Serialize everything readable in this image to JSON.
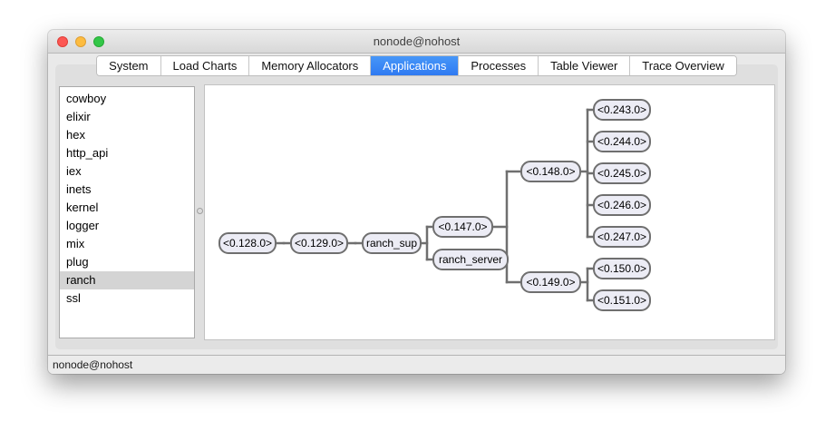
{
  "window": {
    "title": "nonode@nohost"
  },
  "tabs": {
    "items": [
      "System",
      "Load Charts",
      "Memory Allocators",
      "Applications",
      "Processes",
      "Table Viewer",
      "Trace Overview"
    ],
    "selected": "Applications"
  },
  "sidebar": {
    "items": [
      "cowboy",
      "elixir",
      "hex",
      "http_api",
      "iex",
      "inets",
      "kernel",
      "logger",
      "mix",
      "plug",
      "ranch",
      "ssl"
    ],
    "selected": "ranch"
  },
  "tree": {
    "nodes": [
      {
        "id": "p128",
        "label": "<0.128.0>"
      },
      {
        "id": "p129",
        "label": "<0.129.0>"
      },
      {
        "id": "ranch_sup",
        "label": "ranch_sup"
      },
      {
        "id": "p147",
        "label": "<0.147.0>"
      },
      {
        "id": "ranch_server",
        "label": "ranch_server"
      },
      {
        "id": "p148",
        "label": "<0.148.0>"
      },
      {
        "id": "p149",
        "label": "<0.149.0>"
      },
      {
        "id": "p243",
        "label": "<0.243.0>"
      },
      {
        "id": "p244",
        "label": "<0.244.0>"
      },
      {
        "id": "p245",
        "label": "<0.245.0>"
      },
      {
        "id": "p246",
        "label": "<0.246.0>"
      },
      {
        "id": "p247",
        "label": "<0.247.0>"
      },
      {
        "id": "p150",
        "label": "<0.150.0>"
      },
      {
        "id": "p151",
        "label": "<0.151.0>"
      }
    ],
    "edges": [
      [
        "p128",
        "p129"
      ],
      [
        "p129",
        "ranch_sup"
      ],
      [
        "ranch_sup",
        "p147"
      ],
      [
        "ranch_sup",
        "ranch_server"
      ],
      [
        "p147",
        "p148"
      ],
      [
        "p147",
        "p149"
      ],
      [
        "p148",
        "p243"
      ],
      [
        "p148",
        "p244"
      ],
      [
        "p148",
        "p245"
      ],
      [
        "p148",
        "p246"
      ],
      [
        "p148",
        "p247"
      ],
      [
        "p149",
        "p150"
      ],
      [
        "p149",
        "p151"
      ]
    ]
  },
  "status_bar": {
    "text": "nonode@nohost"
  },
  "colors": {
    "tab_selected": "#3a87f6",
    "node_fill": "#ececf5",
    "node_border": "#6f6f6f",
    "edge": "#6f6f6f",
    "traffic_red": "#fc5753",
    "traffic_yellow": "#fdbc40",
    "traffic_green": "#33c748"
  }
}
